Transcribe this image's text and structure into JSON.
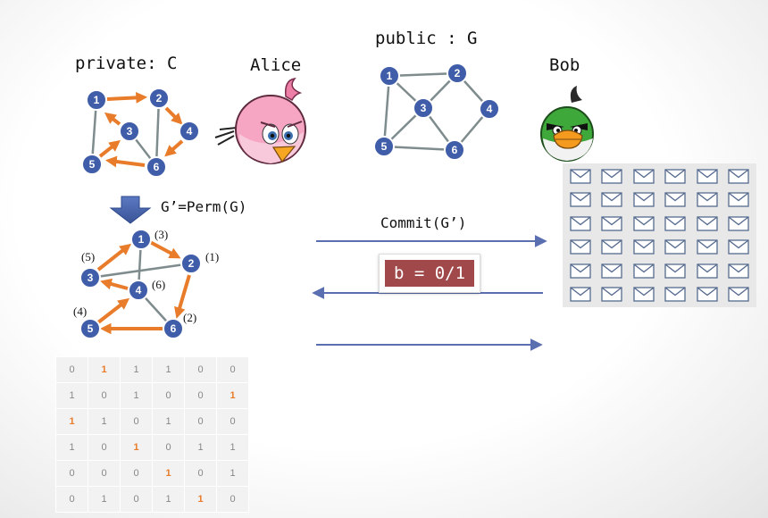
{
  "labels": {
    "private": "private: C",
    "alice": "Alice",
    "public": "public : G",
    "bob": "Bob",
    "perm": "G’=Perm(G)",
    "commit": "Commit(G’)",
    "challenge": "b = 0/1"
  },
  "icons": {
    "alice_avatar": "pink-bird-icon",
    "bob_avatar": "green-bird-icon",
    "down_arrow": "down-arrow-icon",
    "envelope": "envelope-icon"
  },
  "colors": {
    "node": "#3f5da8",
    "cycle_edge": "#e87c2a",
    "graph_edge": "#7f8c8d",
    "message_arrow": "#5a6fb0",
    "challenge_bg": "#a0484a"
  },
  "graphs": {
    "private": {
      "nodes": [
        "1",
        "2",
        "3",
        "4",
        "5",
        "6"
      ]
    },
    "public": {
      "nodes": [
        "1",
        "2",
        "3",
        "4",
        "5",
        "6"
      ]
    },
    "permuted": {
      "nodes": [
        "1",
        "2",
        "3",
        "4",
        "5",
        "6"
      ],
      "perm_labels": [
        "(3)",
        "(1)",
        "(5)",
        "(6)",
        "(4)",
        "(2)"
      ]
    }
  },
  "matrix": {
    "rows": [
      [
        "0",
        "1",
        "1",
        "1",
        "0",
        "0"
      ],
      [
        "1",
        "0",
        "1",
        "0",
        "0",
        "1"
      ],
      [
        "1",
        "1",
        "0",
        "1",
        "0",
        "0"
      ],
      [
        "1",
        "0",
        "1",
        "0",
        "1",
        "1"
      ],
      [
        "0",
        "0",
        "0",
        "1",
        "0",
        "1"
      ],
      [
        "0",
        "1",
        "0",
        "1",
        "1",
        "0"
      ]
    ],
    "highlighted": [
      [
        0,
        1
      ],
      [
        1,
        5
      ],
      [
        2,
        0
      ],
      [
        3,
        2
      ],
      [
        4,
        3
      ],
      [
        5,
        4
      ]
    ]
  },
  "envelopes": {
    "rows": 6,
    "cols": 6
  }
}
